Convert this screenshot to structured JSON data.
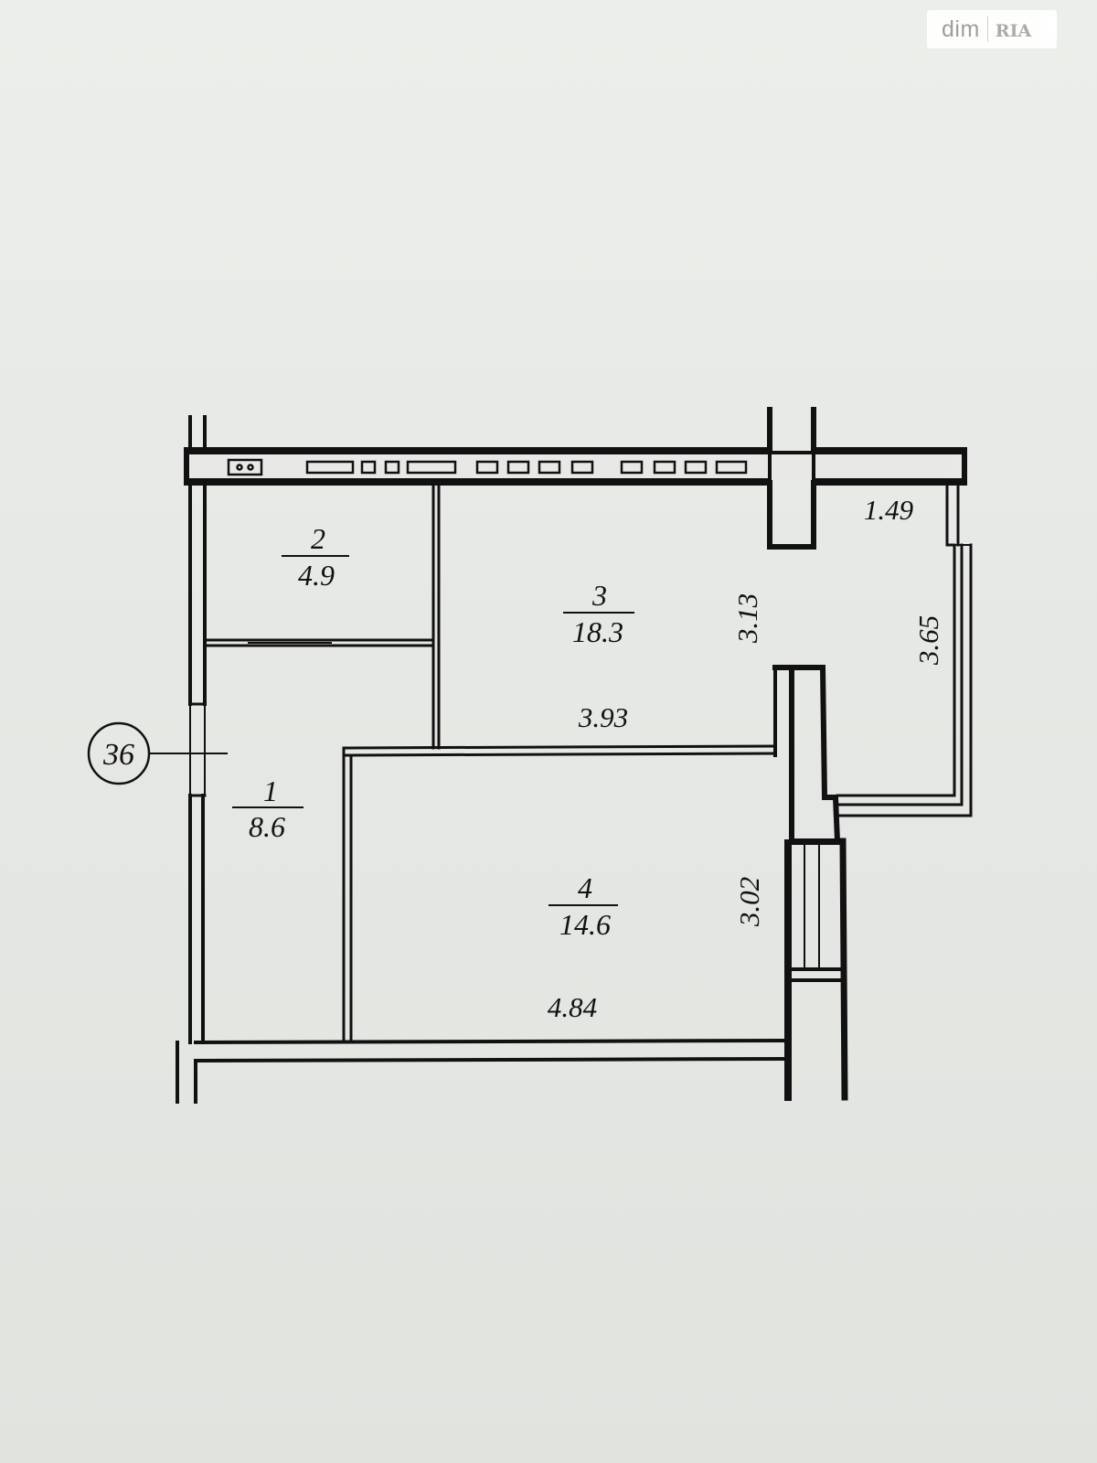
{
  "watermark": {
    "brand": "dim",
    "brand2": "RIA",
    "colors": {
      "text": "#9a9a9a"
    }
  },
  "marker": {
    "label": "36"
  },
  "rooms": [
    {
      "number": "1",
      "area": "8.6"
    },
    {
      "number": "2",
      "area": "4.9"
    },
    {
      "number": "3",
      "area": "18.3"
    },
    {
      "number": "4",
      "area": "14.6"
    }
  ],
  "dimensions": {
    "balcony_width": "1.49",
    "balcony_length": "3.65",
    "room3_width": "3.93",
    "room3_depth": "3.13",
    "room4_width": "4.84",
    "room4_depth": "3.02"
  },
  "colors": {
    "ink": "#111111",
    "paper": "#e8e9e6"
  }
}
